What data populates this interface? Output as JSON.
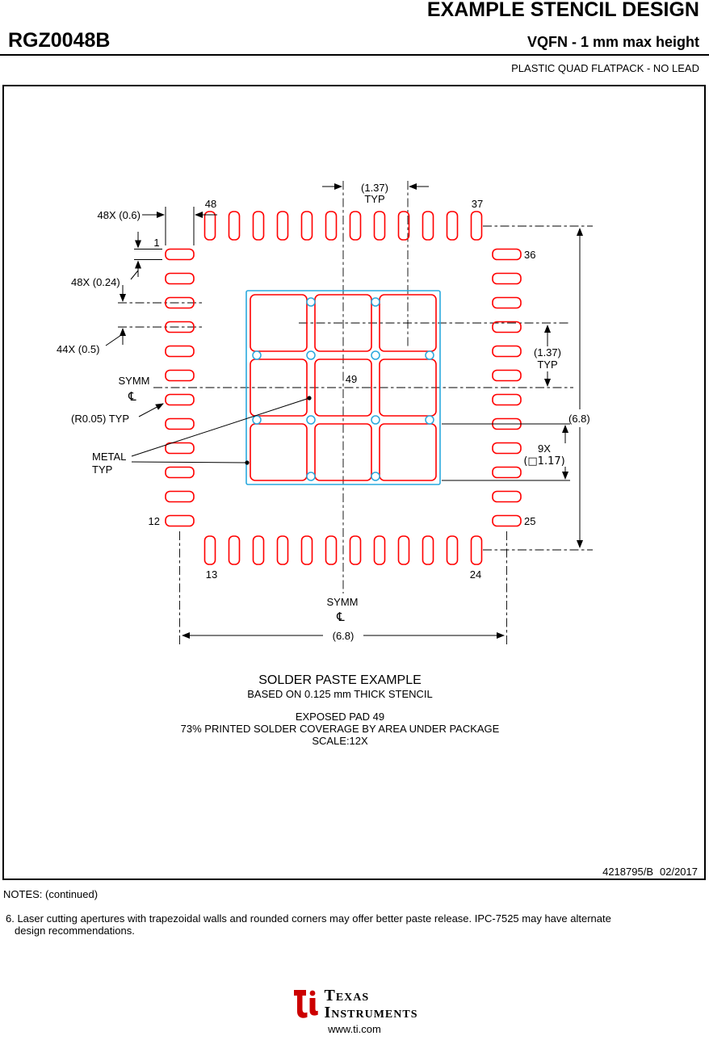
{
  "header": {
    "title": "EXAMPLE STENCIL DESIGN",
    "part_number": "RGZ0048B",
    "package_height": "VQFN - 1 mm max height",
    "package_desc": "PLASTIC QUAD FLATPACK - NO LEAD"
  },
  "drawing": {
    "dims": {
      "lead_len": "48X (0.6)",
      "lead_wid": "48X (0.24)",
      "lead_pitch": "44X (0.5)",
      "epad_pitch": "(1.37)",
      "typ": "TYP",
      "overall": "(6.8)",
      "epad_count": "9X",
      "epad_size": "(□1.17)",
      "radius": "(R0.05) TYP",
      "metal": "METAL",
      "symm": "SYMM",
      "cl": "℄"
    },
    "pins": {
      "p1": "1",
      "p12": "12",
      "p13": "13",
      "p24": "24",
      "p25": "25",
      "p36": "36",
      "p37": "37",
      "p48": "48",
      "p49": "49"
    },
    "caption": {
      "line1": "SOLDER PASTE EXAMPLE",
      "line2": "BASED ON 0.125 mm THICK STENCIL",
      "line3": "EXPOSED PAD 49",
      "line4": "73% PRINTED SOLDER COVERAGE BY AREA UNDER PACKAGE",
      "line5": "SCALE:12X"
    },
    "doc_number": "4218795/B",
    "doc_date": "02/2017"
  },
  "notes": {
    "heading": "NOTES: (continued)",
    "note6_line1": "6. Laser cutting apertures with trapezoidal walls and rounded corners may offer better paste release. IPC-7525 may have alternate",
    "note6_line2": "design recommendations."
  },
  "footer": {
    "brand_top": "Texas",
    "brand_bottom": "Instruments",
    "url": "www.ti.com"
  },
  "colors": {
    "pad_red": "#ff0000",
    "epad_blue": "#29a8dd",
    "logo_red": "#cc0000"
  }
}
